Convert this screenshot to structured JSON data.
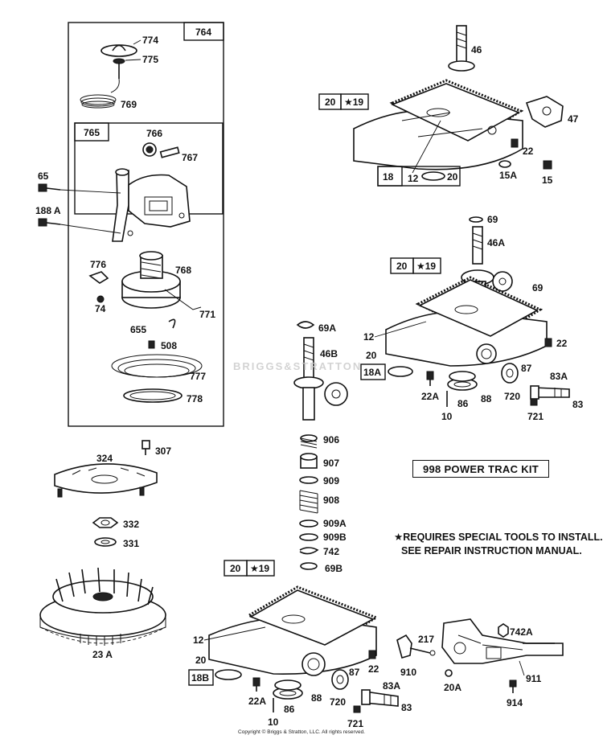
{
  "watermark": "BRIGGS&STRATTON",
  "copyright": "Copyright © Briggs & Stratton, LLC. All rights reserved.",
  "kit_title": "998  POWER TRAC KIT",
  "note_lines": [
    "★REQUIRES SPECIAL TOOLS TO INSTALL.",
    "SEE REPAIR INSTRUCTION MANUAL."
  ],
  "boxes": {
    "b764": "764",
    "b765": "765",
    "b20_top": "20",
    "b19_top": "★19",
    "b18_top": "18",
    "b20_mid": "20",
    "b19_mid": "★19",
    "b18a_mid": "18A",
    "b20_bot": "20",
    "b19_bot": "★19",
    "b18b_bot": "18B"
  },
  "labels": {
    "l774": "774",
    "l775": "775",
    "l769": "769",
    "l766": "766",
    "l767": "767",
    "l65": "65",
    "l188a": "188 A",
    "l776": "776",
    "l768": "768",
    "l74": "74",
    "l771": "771",
    "l655": "655",
    "l508": "508",
    "l777": "777",
    "l778": "778",
    "l307": "307",
    "l324": "324",
    "l332": "332",
    "l331": "331",
    "l23a": "23 A",
    "l46": "46",
    "l47": "47",
    "l22_top": "22",
    "l15a": "15A",
    "l15": "15",
    "l12_top": "12",
    "l20_top": "20",
    "l69_top": "69",
    "l46a": "46A",
    "l69_mid": "69",
    "l12_mid": "12",
    "l20_mid": "20",
    "l22_mid": "22",
    "l87_mid": "87",
    "l83a_mid": "83A",
    "l22a_mid": "22A",
    "l86_mid": "86",
    "l88_mid": "88",
    "l720_mid": "720",
    "l83_mid": "83",
    "l10_mid": "10",
    "l721_mid": "721",
    "l69a": "69A",
    "l46b": "46B",
    "l906": "906",
    "l907": "907",
    "l909": "909",
    "l908": "908",
    "l909a": "909A",
    "l909b": "909B",
    "l742": "742",
    "l69b": "69B",
    "l12_bot": "12",
    "l20_bot": "20",
    "l22_bot": "22",
    "l87_bot": "87",
    "l83a_bot": "83A",
    "l22a_bot": "22A",
    "l86_bot": "86",
    "l88_bot": "88",
    "l720_bot": "720",
    "l83_bot": "83",
    "l10_bot": "10",
    "l721_bot": "721",
    "l217": "217",
    "l910": "910",
    "l742a": "742A",
    "l20a": "20A",
    "l911": "911",
    "l914": "914"
  }
}
